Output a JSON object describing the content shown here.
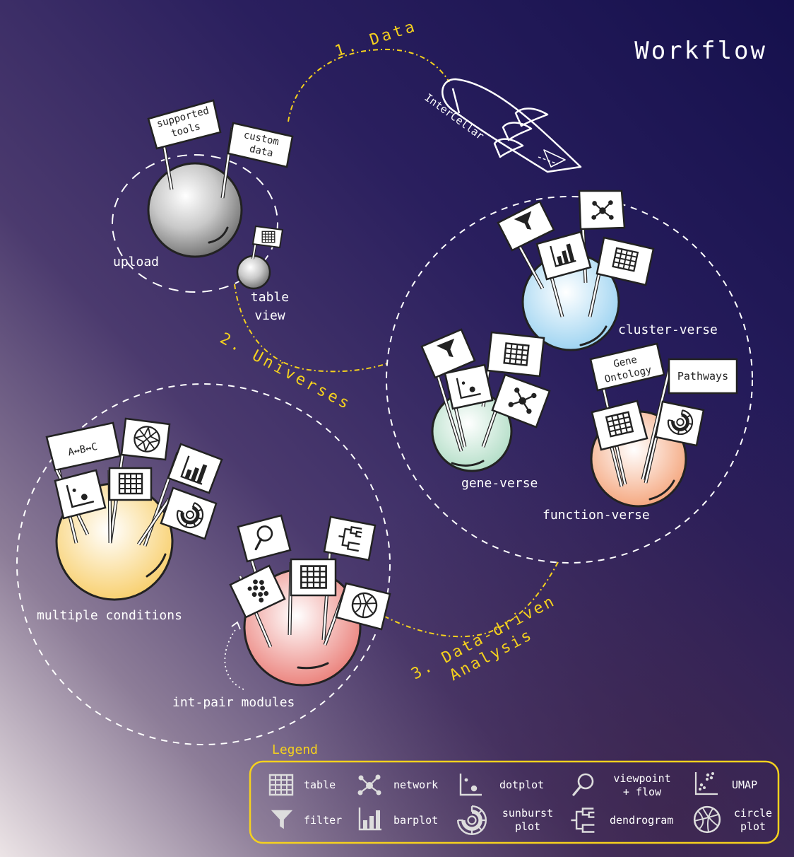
{
  "title": "Workflow",
  "colors": {
    "bg_top": "#1a1553",
    "bg_mid": "#3c2d62",
    "bg_bottom_left": "#e6dde2",
    "path": "#f5d11e",
    "white": "#ffffff",
    "upload_planet": "#b8b8b8",
    "cluster_planet": "#a9d9f2",
    "gene_planet": "#bfe3cf",
    "function_planet": "#f6b48f",
    "conditions_planet": "#f9d98b",
    "intpair_planet": "#ef8f84"
  },
  "steps": {
    "data": "1. Data",
    "universes": "2. Universes",
    "analysis_line1": "3. Data-driven",
    "analysis_line2": "Analysis"
  },
  "rocket_label": "InterCellar",
  "flags": {
    "supported_line1": "supported",
    "supported_line2": "tools",
    "custom_line1": "custom",
    "custom_line2": "data",
    "gene_ontology_line1": "Gene",
    "gene_ontology_line2": "Ontology",
    "pathways": "Pathways",
    "abc": "A↔B↔C"
  },
  "planets": {
    "upload": "upload",
    "table_view_line1": "table",
    "table_view_line2": "view",
    "cluster": "cluster-verse",
    "gene": "gene-verse",
    "function": "function-verse",
    "conditions": "multiple conditions",
    "intpair": "int-pair modules"
  },
  "legend": {
    "title": "Legend",
    "items": [
      {
        "icon": "table-icon",
        "label": "table"
      },
      {
        "icon": "network-icon",
        "label": "network"
      },
      {
        "icon": "dotplot-icon",
        "label": "dotplot"
      },
      {
        "icon": "viewpoint-icon",
        "label_line1": "viewpoint",
        "label_line2": "+ flow"
      },
      {
        "icon": "umap-icon",
        "label": "UMAP"
      },
      {
        "icon": "filter-icon",
        "label": "filter"
      },
      {
        "icon": "barplot-icon",
        "label": "barplot"
      },
      {
        "icon": "sunburst-icon",
        "label_line1": "sunburst",
        "label_line2": "plot"
      },
      {
        "icon": "dendrogram-icon",
        "label": "dendrogram"
      },
      {
        "icon": "circle-plot-icon",
        "label_line1": "circle",
        "label_line2": "plot"
      }
    ]
  }
}
